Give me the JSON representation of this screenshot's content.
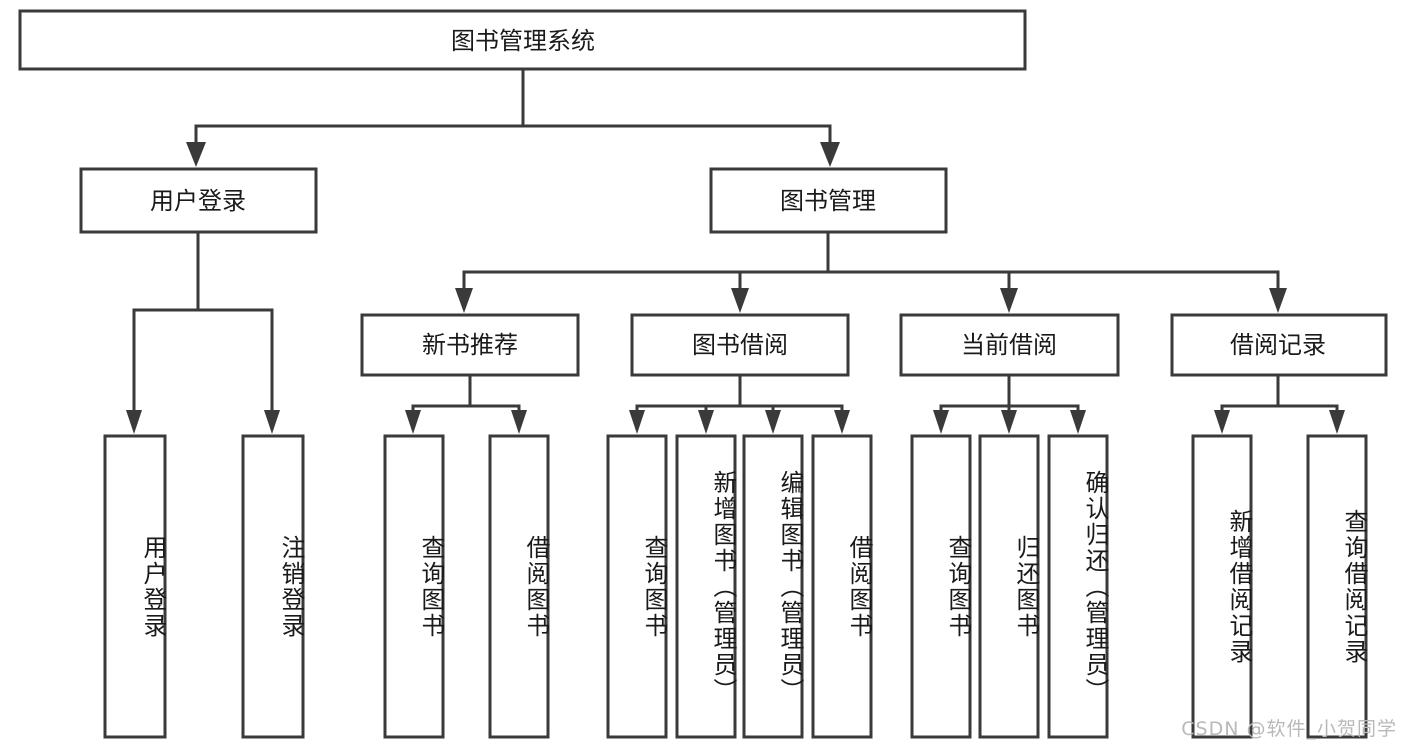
{
  "diagram": {
    "type": "tree-hierarchy-flowchart",
    "title_node": {
      "id": "root",
      "label": "图书管理系统",
      "orientation": "horizontal"
    },
    "level2": [
      {
        "id": "user-login",
        "label": "用户登录",
        "orientation": "horizontal"
      },
      {
        "id": "book-manage",
        "label": "图书管理",
        "orientation": "horizontal"
      }
    ],
    "level3": [
      {
        "id": "new-book-recommend",
        "label": "新书推荐",
        "parent": "book-manage",
        "orientation": "horizontal"
      },
      {
        "id": "book-borrow",
        "label": "图书借阅",
        "parent": "book-manage",
        "orientation": "horizontal"
      },
      {
        "id": "current-borrow",
        "label": "当前借阅",
        "parent": "book-manage",
        "orientation": "horizontal"
      },
      {
        "id": "borrow-record",
        "label": "借阅记录",
        "parent": "book-manage",
        "orientation": "horizontal"
      }
    ],
    "leaves": [
      {
        "id": "leaf-user-login",
        "label": "用户登录",
        "parent": "user-login",
        "orientation": "vertical"
      },
      {
        "id": "leaf-user-logout",
        "label": "注销登录",
        "parent": "user-login",
        "orientation": "vertical"
      },
      {
        "id": "leaf-query-book-1",
        "label": "查询图书",
        "parent": "new-book-recommend",
        "orientation": "vertical"
      },
      {
        "id": "leaf-borrow-book-1",
        "label": "借阅图书",
        "parent": "new-book-recommend",
        "orientation": "vertical"
      },
      {
        "id": "leaf-query-book-2",
        "label": "查询图书",
        "parent": "book-borrow",
        "orientation": "vertical"
      },
      {
        "id": "leaf-add-book",
        "label": "新增图书（管理员）",
        "parent": "book-borrow",
        "orientation": "vertical"
      },
      {
        "id": "leaf-edit-book",
        "label": "编辑图书（管理员）",
        "parent": "book-borrow",
        "orientation": "vertical"
      },
      {
        "id": "leaf-borrow-book-2",
        "label": "借阅图书",
        "parent": "book-borrow",
        "orientation": "vertical"
      },
      {
        "id": "leaf-query-book-3",
        "label": "查询图书",
        "parent": "current-borrow",
        "orientation": "vertical"
      },
      {
        "id": "leaf-return-book",
        "label": "归还图书",
        "parent": "current-borrow",
        "orientation": "vertical"
      },
      {
        "id": "leaf-confirm-return",
        "label": "确认归还（管理员）",
        "parent": "current-borrow",
        "orientation": "vertical"
      },
      {
        "id": "leaf-add-record",
        "label": "新增借阅记录",
        "parent": "borrow-record",
        "orientation": "vertical"
      },
      {
        "id": "leaf-query-record",
        "label": "查询借阅记录",
        "parent": "borrow-record",
        "orientation": "vertical"
      }
    ],
    "colors": {
      "stroke": "#3a3a3a",
      "fill": "#ffffff",
      "text": "#1a1a1a",
      "watermark": "#b9b9b9",
      "background": "#ffffff"
    }
  },
  "watermark": {
    "text": "CSDN @软件_小贺同学"
  }
}
